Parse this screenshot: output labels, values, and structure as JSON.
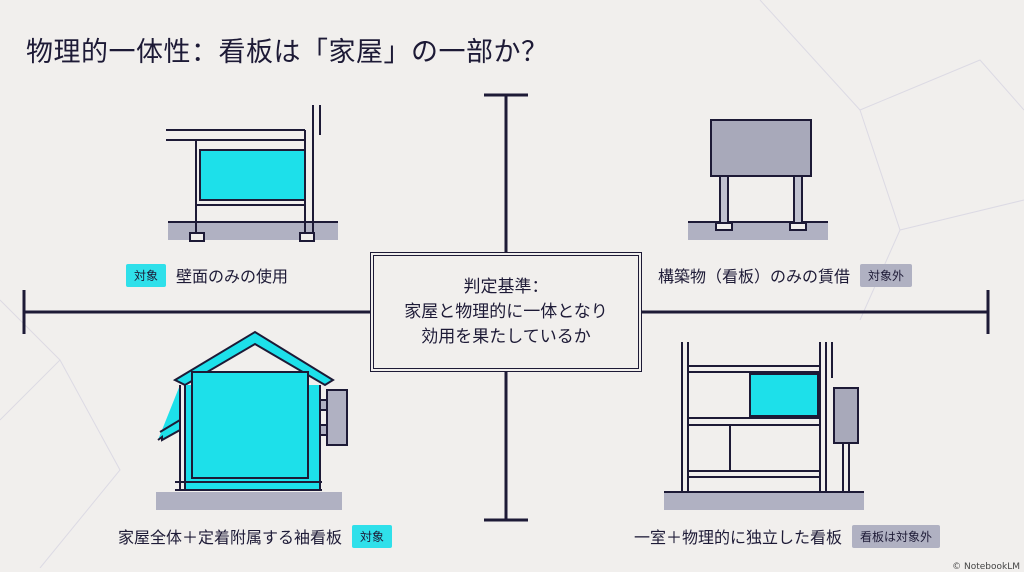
{
  "title": "物理的一体性：看板は「家屋」の一部か？",
  "center": {
    "lines": [
      "判定基準：",
      "家屋と物理的に一体となり",
      "効用を果たしているか"
    ]
  },
  "quadrants": [
    {
      "caption": "壁面のみの使用",
      "badge": "対象"
    },
    {
      "caption": "構築物（看板）のみの賃借",
      "badge": "対象外"
    },
    {
      "caption": "家屋全体＋定着附属する袖看板",
      "badge": "対象"
    },
    {
      "caption": "一室＋物理的に独立した看板",
      "badge": "看板は対象外"
    }
  ],
  "watermark": "© NotebookLM",
  "colors": {
    "navy": "#1d1a36",
    "cyan": "#1de0ea",
    "gray": "#b0b1c2",
    "background": "#f1efed"
  }
}
